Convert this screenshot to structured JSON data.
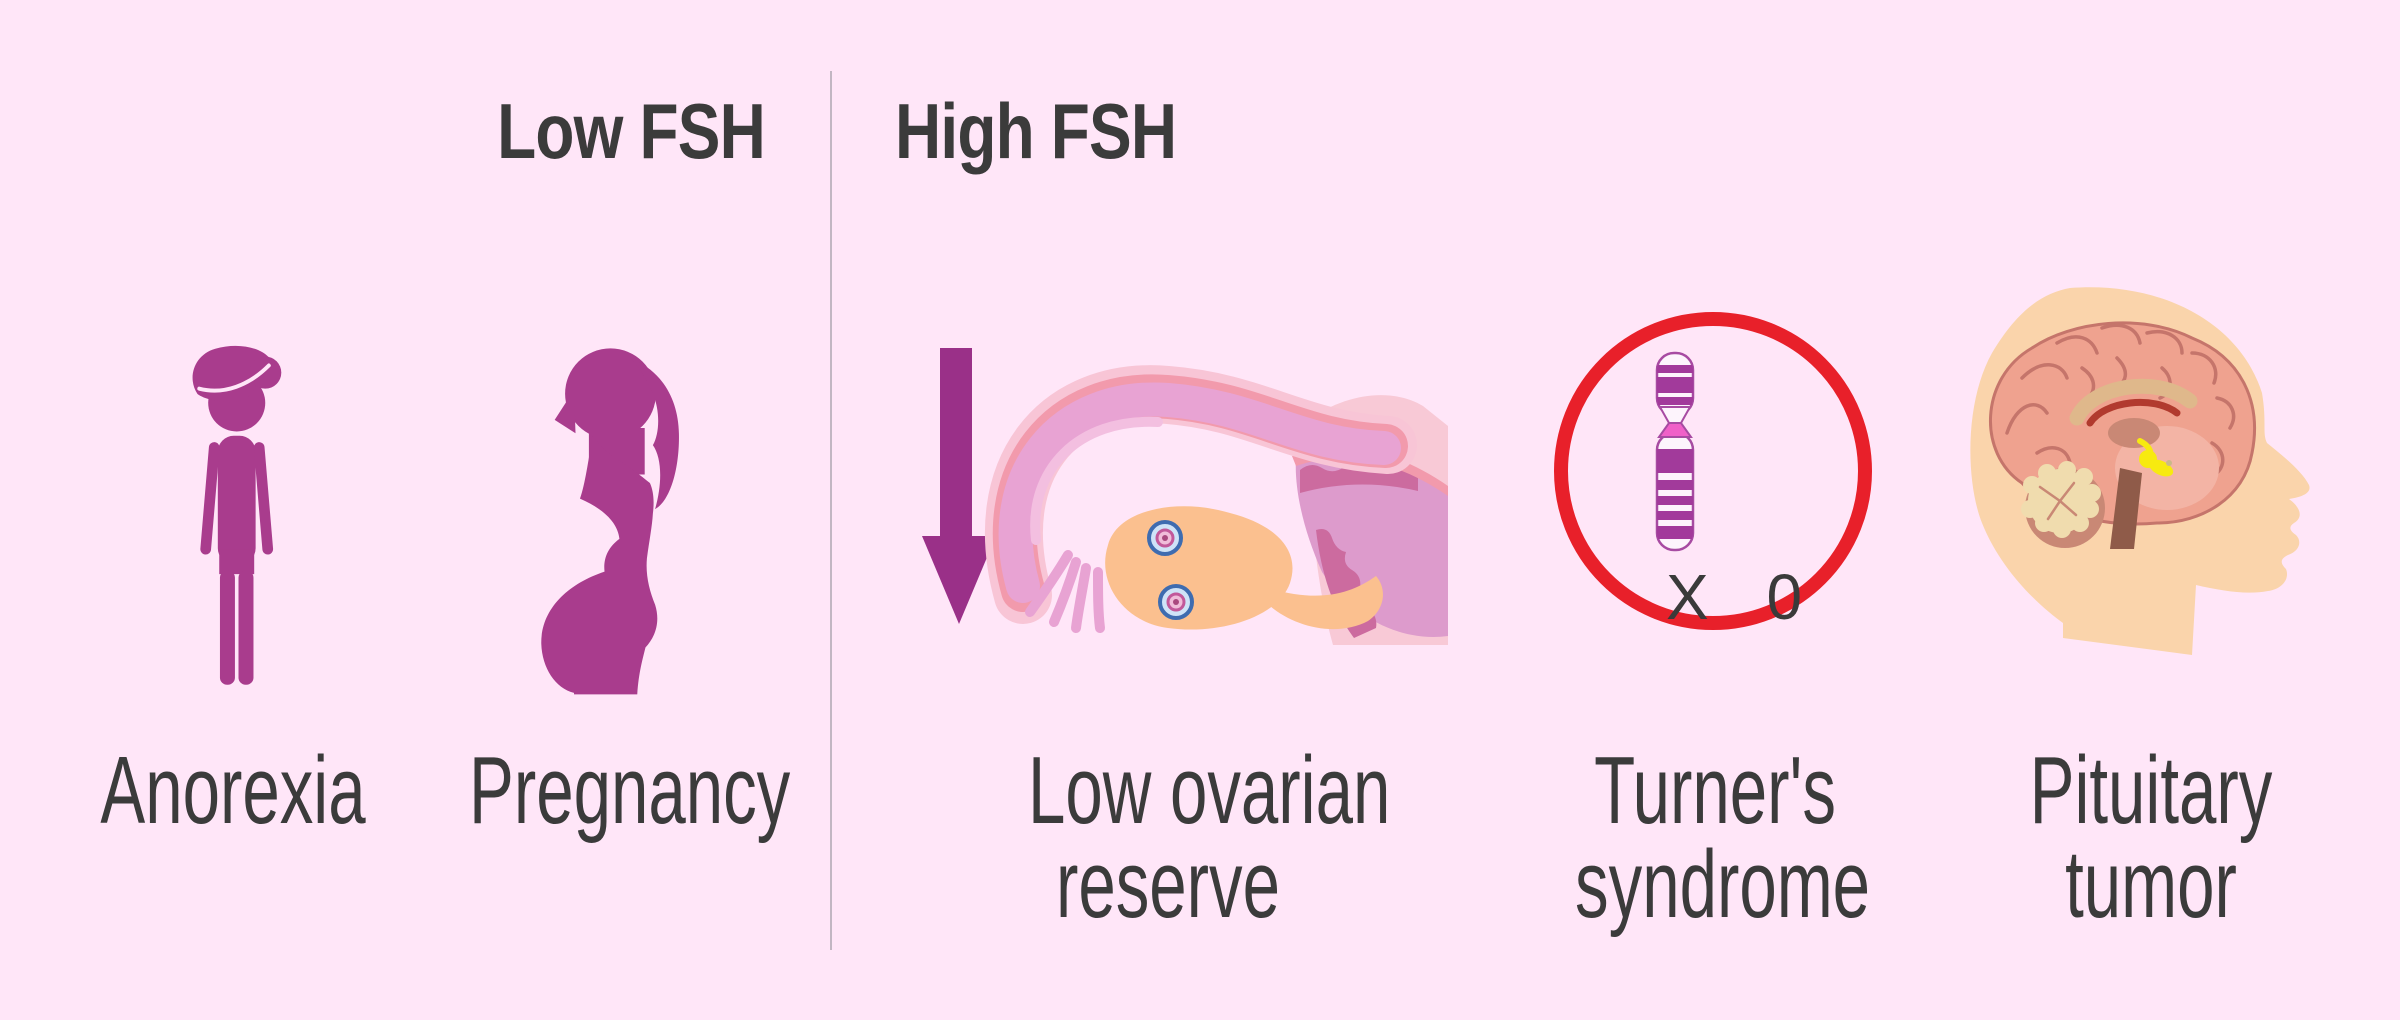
{
  "sections": {
    "low_fsh": {
      "header": "Low FSH",
      "items": [
        {
          "label": "Anorexia",
          "icon": "anorexia-figure-icon"
        },
        {
          "label": "Pregnancy",
          "icon": "pregnant-woman-icon"
        }
      ]
    },
    "high_fsh": {
      "header": "High FSH",
      "items": [
        {
          "label": "Low ovarian reserve",
          "label_lines": [
            "Low ovarian",
            "reserve"
          ],
          "icon": "ovary-low-reserve-icon"
        },
        {
          "label": "Turner's syndrome",
          "label_lines": [
            "Turner's",
            "syndrome"
          ],
          "icon": "turner-karyotype-icon",
          "karyotype_text": "X 0"
        },
        {
          "label": "Pituitary tumor",
          "label_lines": [
            "Pituitary",
            "tumor"
          ],
          "icon": "brain-pituitary-icon"
        }
      ]
    }
  },
  "icons": [
    "anorexia-figure-icon",
    "pregnant-woman-icon",
    "down-arrow-icon",
    "fallopian-tube-icon",
    "ovary-icon",
    "follicle-icon",
    "red-circle-icon",
    "x-chromosome-icon",
    "head-profile-icon",
    "brain-icon",
    "cerebellum-icon",
    "pituitary-gland-icon"
  ],
  "colors": {
    "bg_pink": "#FFE6F8",
    "ink": "#3B3B3B",
    "silhouette": "#A93C8D",
    "arrow": "#9A3088",
    "divider": "#C2B6C3",
    "red": "#E8202A",
    "chrom_stripe": "#A23A9B",
    "chrom_outline": "#A74BA2",
    "skin": "#FAD4AB",
    "brain": "#EFA28F",
    "sulci": "#C5756B",
    "yellow": "#F7EA10"
  }
}
